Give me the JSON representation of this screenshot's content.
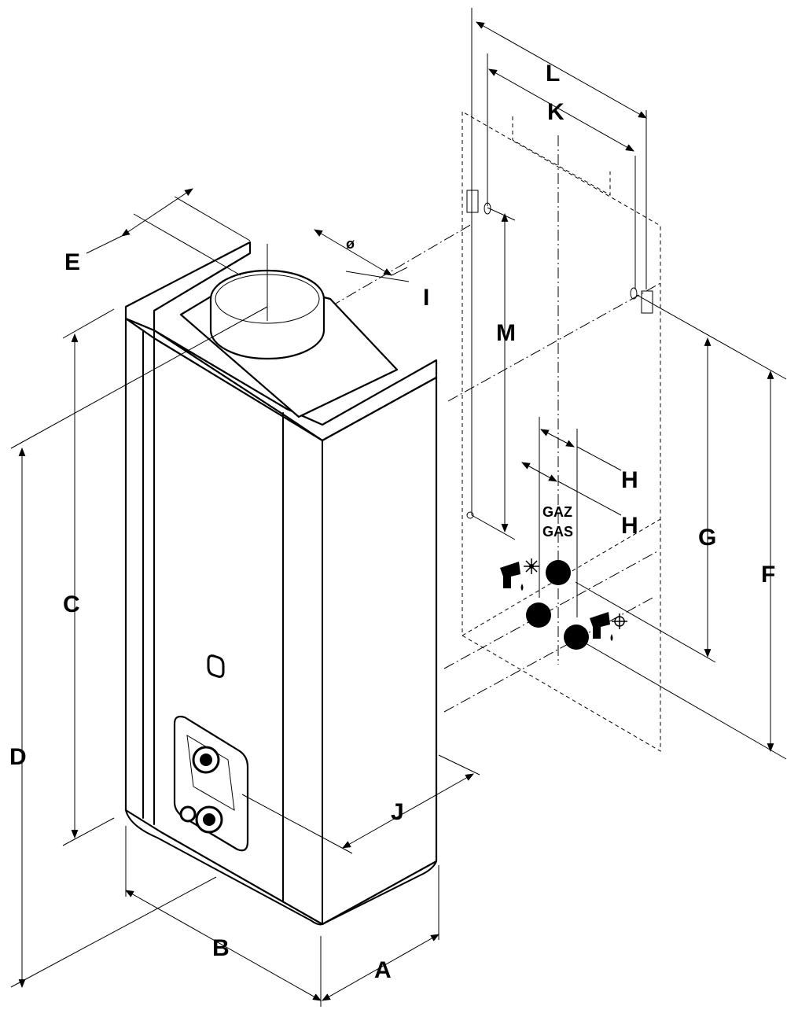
{
  "labels": {
    "A": "A",
    "B": "B",
    "C": "C",
    "D": "D",
    "E": "E",
    "F": "F",
    "G": "G",
    "H1": "H",
    "H2": "H",
    "I": "I",
    "J": "J",
    "K": "K",
    "L": "L",
    "M": "M",
    "diameter": "ø"
  },
  "gas": {
    "line1": "GAZ",
    "line2": "GAS"
  },
  "icons": {
    "hot_water": "hot-water-tap-icon",
    "cold_water": "cold-water-tap-icon",
    "control_knob": "control-knob-icon"
  }
}
